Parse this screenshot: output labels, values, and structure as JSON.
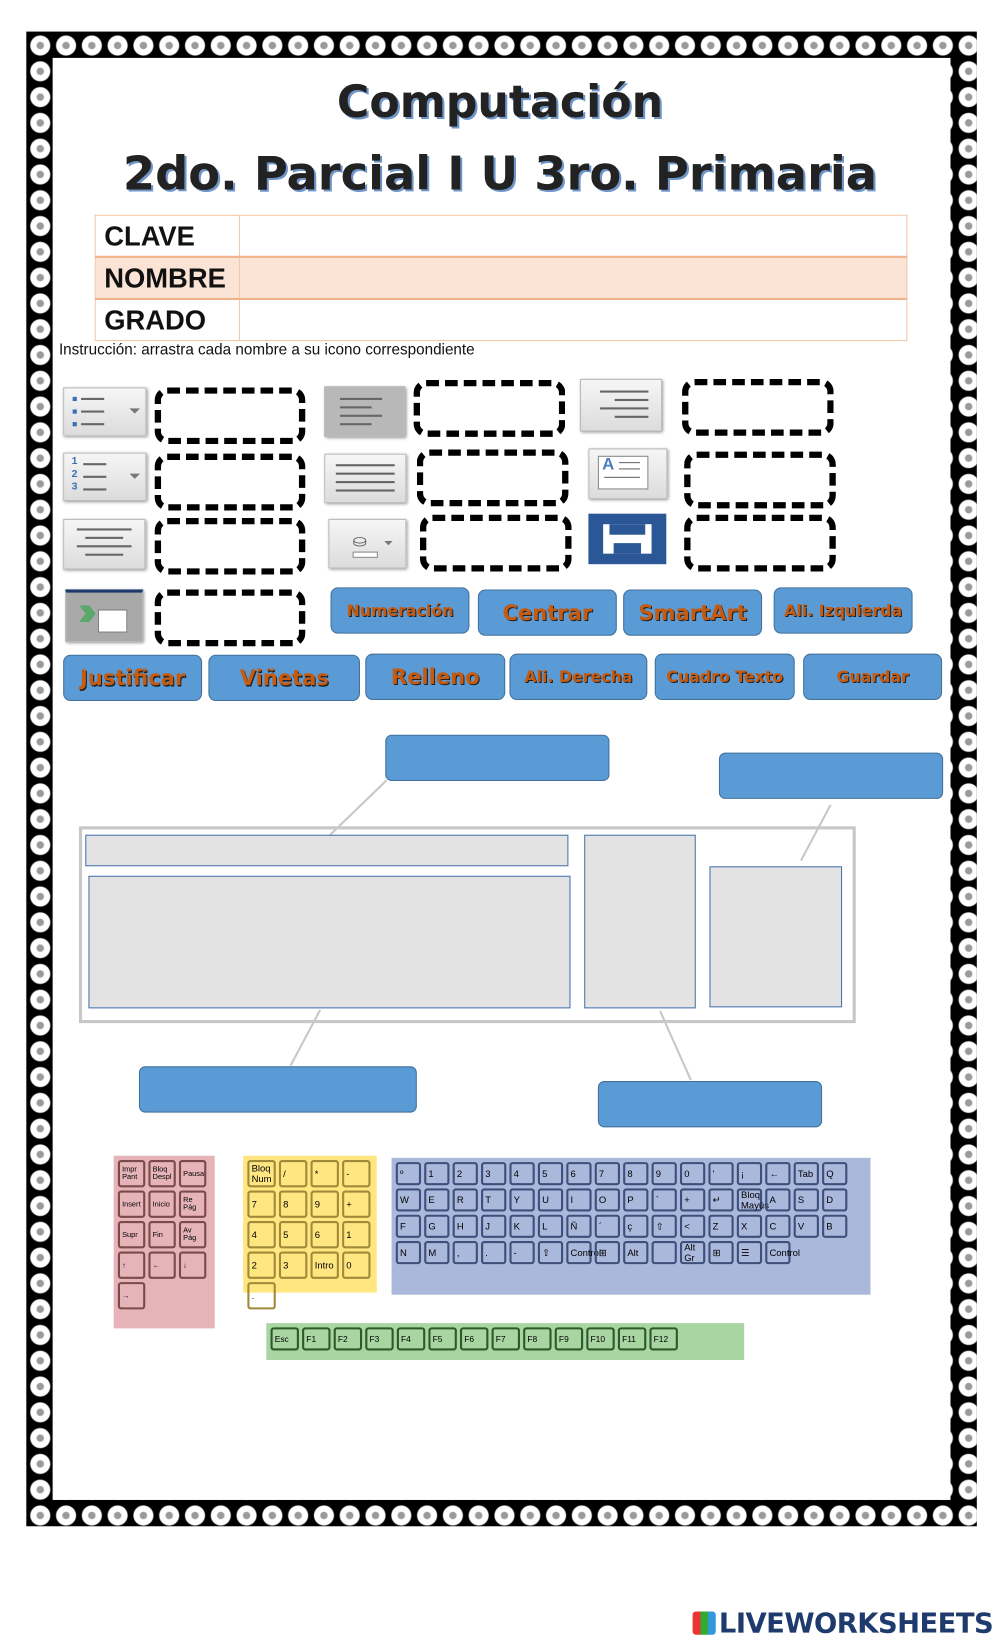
{
  "header": {
    "title": "Computación",
    "subtitle": "2do. Parcial I U 3ro. Primaria"
  },
  "form": {
    "rows": [
      {
        "label": "CLAVE",
        "value": ""
      },
      {
        "label": "NOMBRE",
        "value": ""
      },
      {
        "label": "GRADO",
        "value": ""
      }
    ]
  },
  "instruction": "Instrucción: arrastra cada nombre a su icono correspondiente",
  "icons": [
    "bullets-icon",
    "align-left-icon",
    "align-right-icon",
    "numbering-icon",
    "justify-icon",
    "text-box-icon",
    "center-icon",
    "fill-icon",
    "save-icon",
    "smartart-icon"
  ],
  "drag_labels": [
    "Numeración",
    "Centrar",
    "SmartArt",
    "Ali. Izquierda",
    "Justificar",
    "Viñetas",
    "Relleno",
    "Ali. Derecha",
    "Cuadro Texto",
    "Guardar"
  ],
  "keyboard": {
    "pink_keys": [
      "Impr Pant",
      "Bloq Despl",
      "Pausa",
      "Insert",
      "Inicio",
      "Re Pág",
      "Supr",
      "Fin",
      "Av Pág",
      "↑",
      "←",
      "↓",
      "→"
    ],
    "yellow_keys": [
      "Bloq Num",
      "/",
      "*",
      "-",
      "7",
      "8",
      "9",
      "+",
      "4",
      "5",
      "6",
      "1",
      "2",
      "3",
      "Intro",
      "0",
      "."
    ],
    "blue_keys": [
      "º",
      "1",
      "2",
      "3",
      "4",
      "5",
      "6",
      "7",
      "8",
      "9",
      "0",
      "'",
      "¡",
      "←",
      "Tab",
      "Q",
      "W",
      "E",
      "R",
      "T",
      "Y",
      "U",
      "I",
      "O",
      "P",
      "`",
      "+",
      "↵",
      "Bloq Mayús",
      "A",
      "S",
      "D",
      "F",
      "G",
      "H",
      "J",
      "K",
      "L",
      "Ñ",
      "´",
      "ç",
      "⇧",
      "<",
      "Z",
      "X",
      "C",
      "V",
      "B",
      "N",
      "M",
      ",",
      ".",
      "-",
      "⇧",
      "Control",
      "⊞",
      "Alt",
      "",
      "Alt Gr",
      "⊞",
      "☰",
      "Control"
    ],
    "green_keys": [
      "Esc",
      "F1",
      "F2",
      "F3",
      "F4",
      "F5",
      "F6",
      "F7",
      "F8",
      "F9",
      "F10",
      "F11",
      "F12"
    ]
  },
  "footer": {
    "logo": "LIVEWORKSHEETS"
  },
  "colors": {
    "button": "#5b9bd5",
    "button_text": "#c55a11",
    "row_highlight": "#fbe3d6"
  }
}
